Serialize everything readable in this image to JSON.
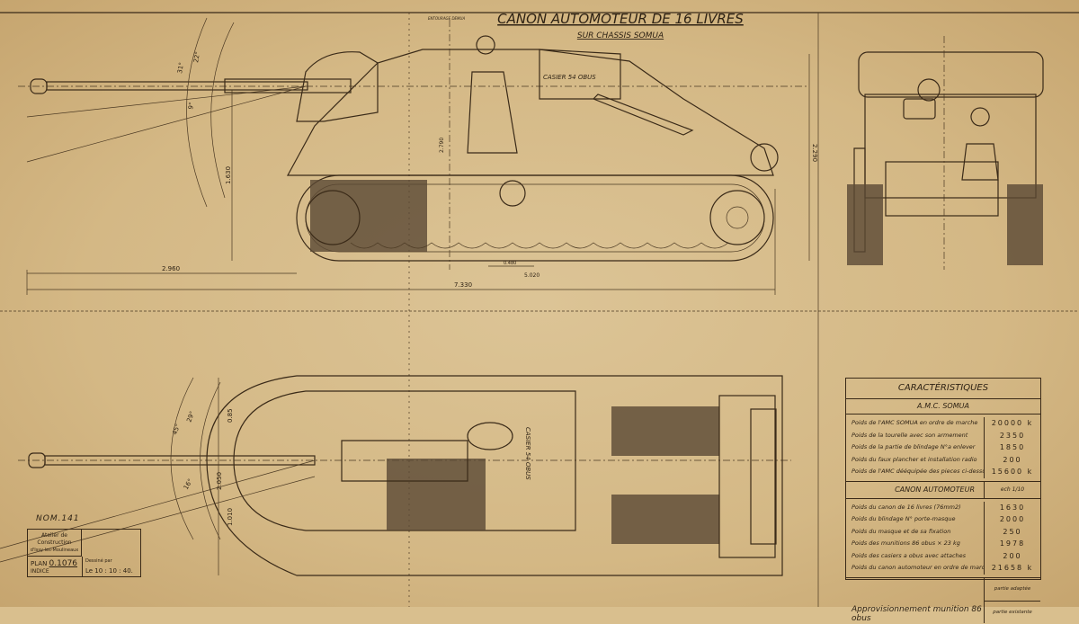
{
  "title": "CANON AUTOMOTEUR DE 16 LIVRES",
  "subtitle": "SUR CHASSIS SOMUA",
  "side_view": {
    "labels": {
      "ammo_rack": "CASIER 54 OBUS",
      "turret_note": "ENTOURAGE DEMUA"
    },
    "angles": [
      "31°",
      "22°",
      "9°"
    ],
    "dimensions": {
      "height_left": "1.630",
      "hull_height": "2.290",
      "overhang": "2.960",
      "length": "7.330",
      "d1": "0.480",
      "d2": "5.020",
      "d3": "2.790"
    }
  },
  "top_view": {
    "angles": [
      "45°",
      "29°",
      "16°"
    ],
    "dimensions": {
      "a": "0.85",
      "b": "2.050",
      "c": "1.010"
    },
    "labels": {
      "ammo": "CASIER 54 OBUS"
    }
  },
  "characteristics": {
    "heading": "CARACTÉRISTIQUES",
    "section1": "A.M.C. SOMUA",
    "rows1": [
      {
        "label": "Poids de l'AMC SOMUA en ordre de marche",
        "value": "20000 k"
      },
      {
        "label": "Poids de la tourelle avec son armement",
        "value": "2350"
      },
      {
        "label": "Poids de la partie de blindage N°a enlever",
        "value": "1850"
      },
      {
        "label": "Poids du faux plancher et installation radio",
        "value": "200"
      },
      {
        "label": "Poids de l'AMC dééquipée des pieces ci-dessus",
        "value": "15600 k"
      }
    ],
    "section2": "CANON AUTOMOTEUR",
    "scale": "ech 1/10",
    "rows2": [
      {
        "label": "Poids du canon de 16 livres (76mm2)",
        "value": "1630"
      },
      {
        "label": "Poids du blindage N° porte-masque",
        "value": "2000"
      },
      {
        "label": "Poids du masque et de sa fixation",
        "value": "250"
      },
      {
        "label": "Poids des munitions 86 obus × 23 kg",
        "value": "1978"
      },
      {
        "label": "Poids des casiers a obus avec attaches",
        "value": "200"
      },
      {
        "label": "Poids du canon automoteur en ordre de marche",
        "value": "21658 k"
      }
    ],
    "supply": "Approvisionnement munition 86 obus",
    "part_adapted": "partie adaptée",
    "part_existing": "partie existante"
  },
  "title_block": {
    "nom": "NOM.141",
    "workshop": [
      "Atelier de",
      "Construction",
      "d'Issy-les-Moulineaux"
    ],
    "plan_label": "PLAN",
    "plan_number": "0.1076",
    "indice_label": "INDICE",
    "drawn_by": "Dessiné par",
    "date": "Le 10 : 10 : 40."
  }
}
